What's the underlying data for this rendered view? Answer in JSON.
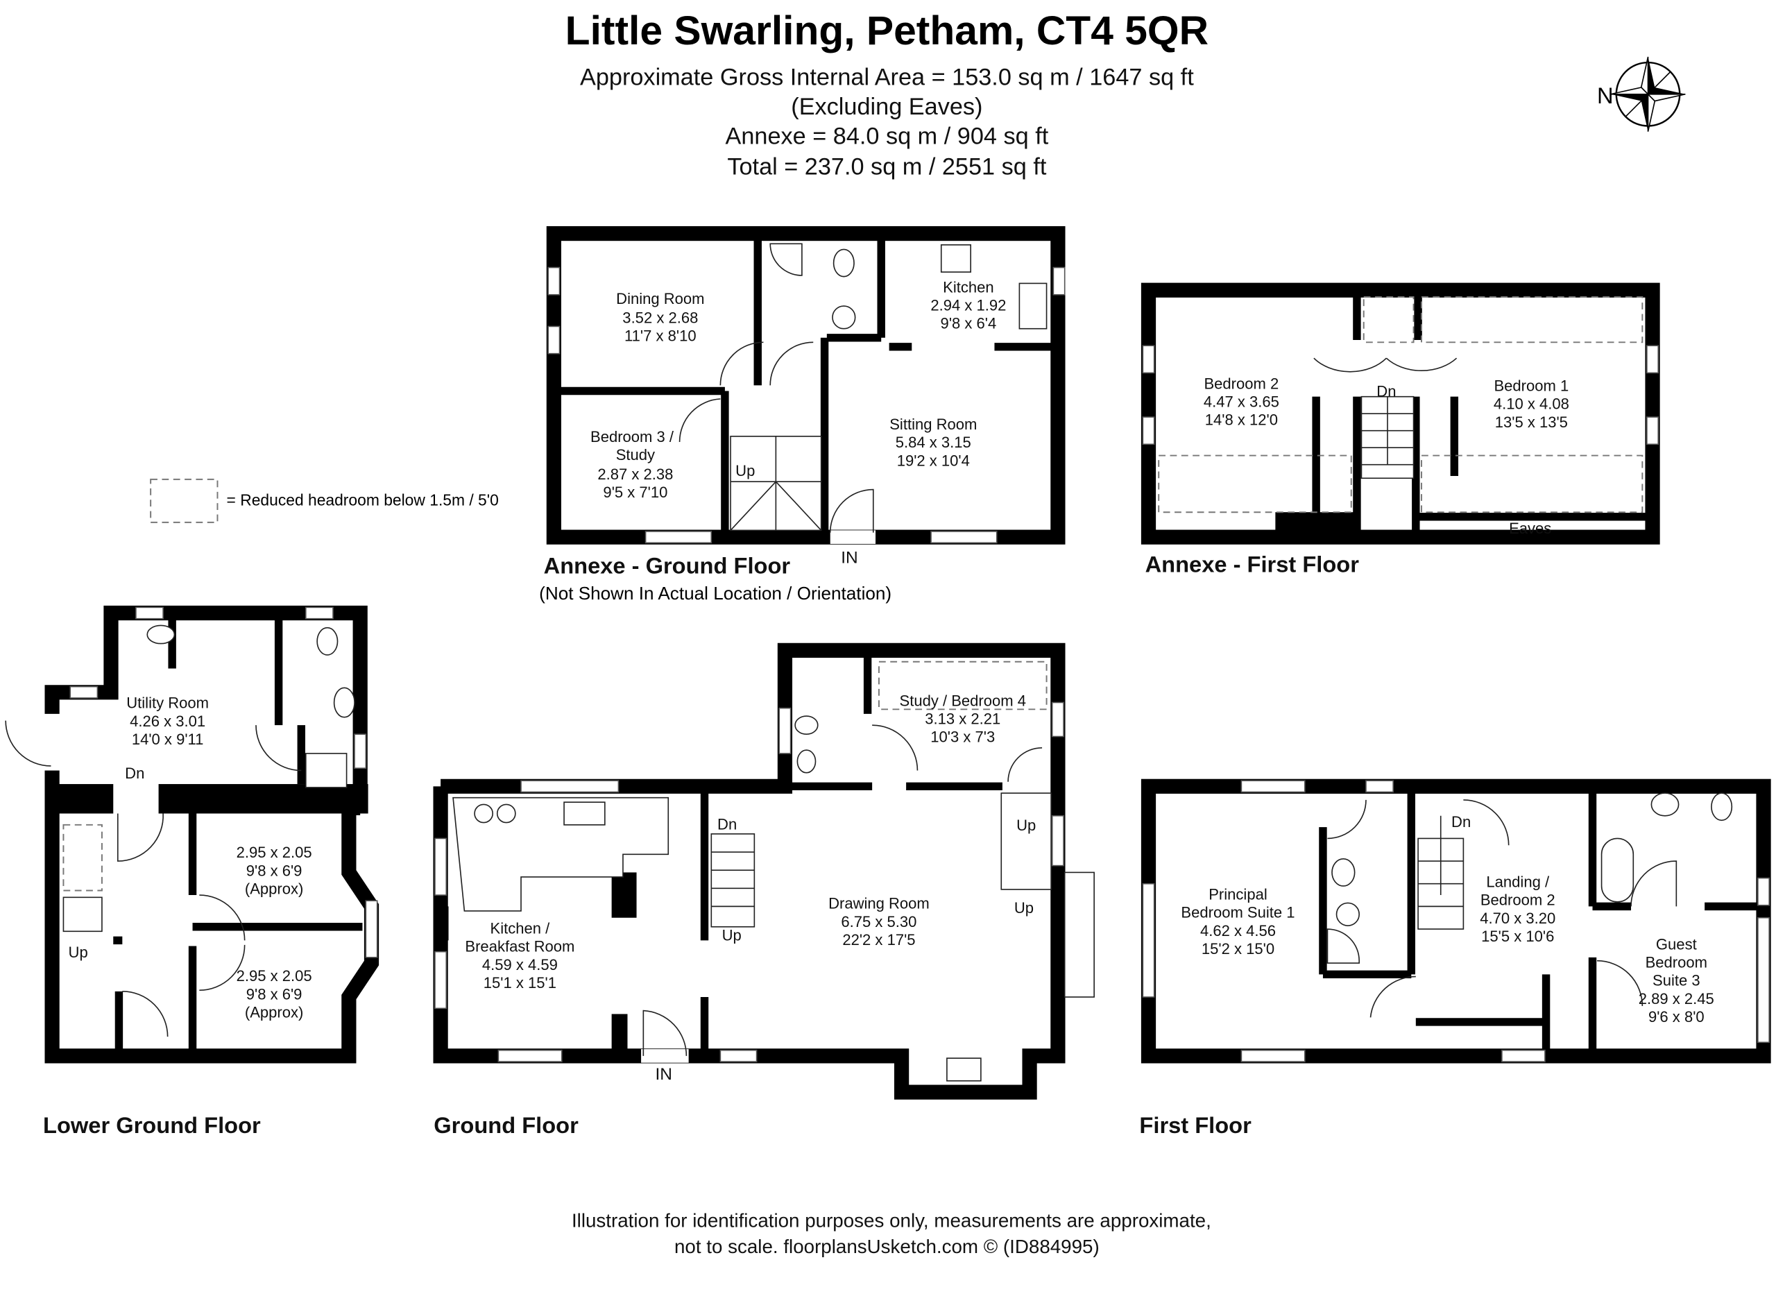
{
  "header": {
    "title": "Little Swarling, Petham, CT4 5QR",
    "lines": [
      "Approximate Gross Internal Area = 153.0 sq m / 1647 sq ft",
      "(Excluding Eaves)",
      "Annexe = 84.0 sq m / 904 sq ft",
      "Total = 237.0 sq m / 2551 sq ft"
    ]
  },
  "compass": {
    "label": "N",
    "icon": "compass-rose-icon"
  },
  "legend": {
    "text": "= Reduced headroom below 1.5m / 5'0"
  },
  "annexe_ground": {
    "caption": "Annexe - Ground Floor",
    "note": "(Not Shown In Actual Location / Orientation)",
    "dining": [
      "Dining Room",
      "3.52 x 2.68",
      "11'7 x 8'10"
    ],
    "kitchen": [
      "Kitchen",
      "2.94 x 1.92",
      "9'8 x 6'4"
    ],
    "sitting": [
      "Sitting Room",
      "5.84 x 3.15",
      "19'2 x 10'4"
    ],
    "bedroom3": [
      "Bedroom 3 /",
      "Study",
      "2.87 x 2.38",
      "9'5 x 7'10"
    ],
    "up": "Up",
    "in": "IN"
  },
  "annexe_first": {
    "caption": "Annexe - First Floor",
    "bedroom2": [
      "Bedroom 2",
      "4.47 x 3.65",
      "14'8 x 12'0"
    ],
    "bedroom1": [
      "Bedroom 1",
      "4.10 x 4.08",
      "13'5 x 13'5"
    ],
    "dn": "Dn",
    "eaves": "Eaves"
  },
  "lower_ground": {
    "caption": "Lower Ground Floor",
    "utility": [
      "Utility Room",
      "4.26 x 3.01",
      "14'0 x 9'11"
    ],
    "room_a": [
      "2.95 x 2.05",
      "9'8 x 6'9",
      "(Approx)"
    ],
    "room_b": [
      "2.95 x 2.05",
      "9'8 x 6'9",
      "(Approx)"
    ],
    "dn": "Dn",
    "up": "Up"
  },
  "ground": {
    "caption": "Ground Floor",
    "study": [
      "Study / Bedroom 4",
      "3.13 x 2.21",
      "10'3 x 7'3"
    ],
    "drawing": [
      "Drawing Room",
      "6.75 x 5.30",
      "22'2 x 17'5"
    ],
    "kitchen": [
      "Kitchen /",
      "Breakfast Room",
      "4.59 x 4.59",
      "15'1 x 15'1"
    ],
    "dn": "Dn",
    "up1": "Up",
    "up2": "Up",
    "up3": "Up",
    "in": "IN"
  },
  "first": {
    "caption": "First Floor",
    "principal": [
      "Principal",
      "Bedroom Suite 1",
      "4.62 x 4.56",
      "15'2 x 15'0"
    ],
    "landing": [
      "Landing /",
      "Bedroom 2",
      "4.70 x 3.20",
      "15'5 x 10'6"
    ],
    "guest": [
      "Guest",
      "Bedroom",
      "Suite 3",
      "2.89 x 2.45",
      "9'6 x 8'0"
    ],
    "dn": "Dn"
  },
  "footer": [
    "Illustration for identification purposes only, measurements are approximate,",
    "not to scale. floorplansUsketch.com © (ID884995)"
  ]
}
